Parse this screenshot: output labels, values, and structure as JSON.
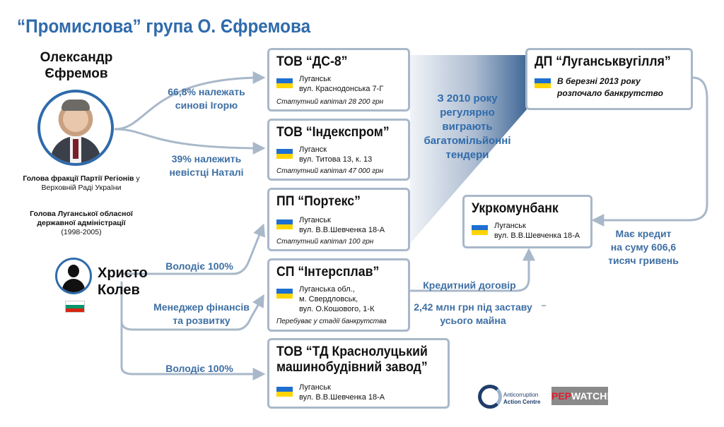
{
  "title": "“Промислова” група О. Єфремова",
  "person": {
    "name": "Олександр Єфремов",
    "desc1_bold": "Голова фракції Партії Регіонів",
    "desc1_rest": " у Верховній Раді України",
    "desc2_bold": "Голова Луганської обласної державної адміністрації",
    "desc2_years": "(1998-2005)"
  },
  "associate": {
    "name_line1": "Христо",
    "name_line2": "Колев"
  },
  "links": {
    "son": [
      "66,8% належать",
      "синові Ігорю"
    ],
    "daughter_in_law": [
      "39% належить",
      "невістці Наталі"
    ],
    "owns1": "Володіє 100%",
    "manager": [
      "Менеджер фінансів",
      "та розвитку"
    ],
    "owns2": "Володіє 100%",
    "credit": "Кредитний договір",
    "collateral": [
      "2,42 млн грн під заставу",
      "усього майна"
    ],
    "loan": [
      "Має кредит",
      "на суму 606,6",
      "тисяч гривень"
    ]
  },
  "tenders": [
    "З 2010 року",
    "регулярно",
    "виграють",
    "багатомільйонні",
    "тендери"
  ],
  "companies": {
    "ds8": {
      "name": "ТОВ “ДС-8”",
      "city": "Луганськ",
      "street": "вул. Краснодонська 7-Г",
      "note": "Статутний капітал 28 200 грн"
    },
    "indexprom": {
      "name": "ТОВ “Індекспром”",
      "city": "Луганск",
      "street": "вул. Титова 13, к. 13",
      "note": "Статутний капітал 47 000 грн"
    },
    "portex": {
      "name": "ПП “Портекс”",
      "city": "Луганськ",
      "street": "вул. В.В.Шевченка 18-А",
      "note": "Статутний капітал 100 грн"
    },
    "interspav": {
      "name": "СП “Інтерсплав”",
      "l1": "Луганська обл.,",
      "l2": "м. Свердловськ,",
      "l3": "вул. О.Кошового, 1-К",
      "note": "Перебуває у стадії банкрутства"
    },
    "td": {
      "name1": "ТОВ “ТД Краснолуцький",
      "name2": "машинобудівний завод”",
      "city": "Луганськ",
      "street": "вул. В.В.Шевченка 18-А"
    },
    "coal": {
      "name": "ДП “Луганськвугілля”",
      "l1": "В березні 2013 року",
      "l2": "розпочало банкрутство"
    },
    "bank": {
      "name": "Укркомунбанк",
      "city": "Луганськ",
      "street": "вул. В.В.Шевченка 18-А"
    }
  },
  "logos": {
    "acc_line1": "Anticorruption",
    "acc_line2": "Action Centre",
    "pep": "PEP",
    "watch": "WATCH!"
  },
  "colors": {
    "title": "#2f6bab",
    "labels": "#3e6fa3",
    "border": "#a9b8c9",
    "connector": "#a9b8c9"
  }
}
